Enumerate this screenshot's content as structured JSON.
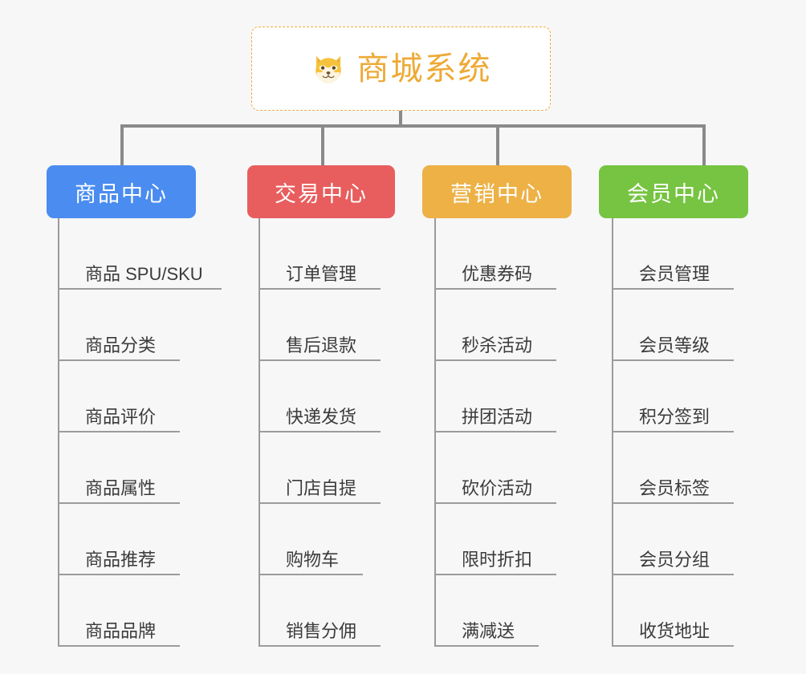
{
  "diagram": {
    "background_color": "#f7f7f7",
    "connector_color": "#8a8a8a",
    "leaf_line_color": "#9b9b9b"
  },
  "root": {
    "title": "商城系统",
    "icon": "shiba-dog-face-icon",
    "text_color": "#edaa36",
    "border_color": "#f0ab46",
    "background_color": "#ffffff"
  },
  "branches": [
    {
      "title": "商品中心",
      "color": "#4a8cf0",
      "items": [
        "商品 SPU/SKU",
        "商品分类",
        "商品评价",
        "商品属性",
        "商品推荐",
        "商品品牌"
      ]
    },
    {
      "title": "交易中心",
      "color": "#e85d5d",
      "items": [
        "订单管理",
        "售后退款",
        "快递发货",
        "门店自提",
        "购物车",
        "销售分佣"
      ]
    },
    {
      "title": "营销中心",
      "color": "#edb146",
      "items": [
        "优惠券码",
        "秒杀活动",
        "拼团活动",
        "砍价活动",
        "限时折扣",
        "满减送"
      ]
    },
    {
      "title": "会员中心",
      "color": "#76c442",
      "items": [
        "会员管理",
        "会员等级",
        "积分签到",
        "会员标签",
        "会员分组",
        "收货地址"
      ]
    }
  ]
}
